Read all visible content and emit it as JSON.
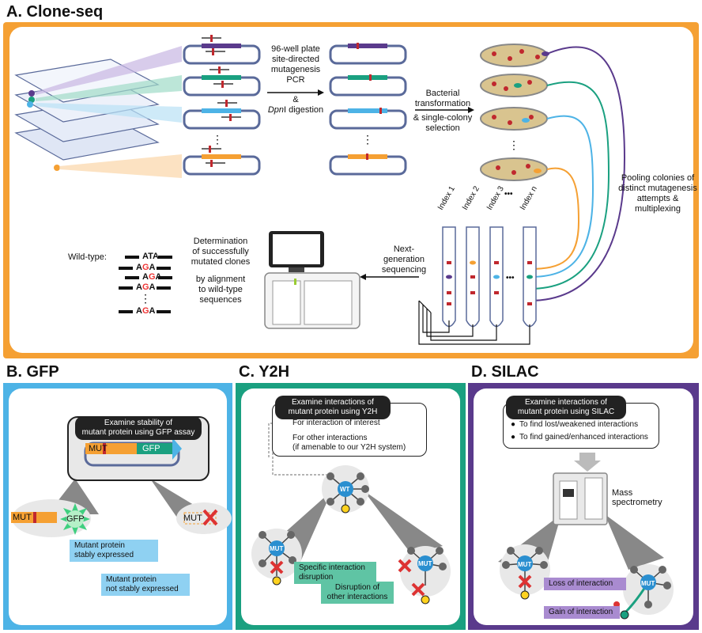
{
  "panelA": {
    "title": "A. Clone-seq",
    "step1": [
      "96-well plate",
      "site-directed",
      "mutagenesis",
      "PCR",
      "&",
      "digestion"
    ],
    "step1_italic": "Dpn",
    "step1_italic_suffix": "I",
    "step2": [
      "Bacterial",
      "transformation",
      "& single-colony",
      "selection"
    ],
    "pooling": [
      "Pooling colonies of",
      "distinct mutagenesis",
      "attempts &",
      "multiplexing"
    ],
    "index_labels": [
      "Index 1",
      "Index 2",
      "Index 3",
      "Index n"
    ],
    "ellipsis": "•••",
    "ngs": [
      "Next-",
      "generation",
      "sequencing"
    ],
    "determination": [
      "Determination",
      "of successfully",
      "mutated clones",
      "by alignment",
      "to wild-type",
      "sequences"
    ],
    "wildtype_label": "Wild-type:",
    "wildtype_seq": "ATA",
    "mut_seq_a": "A",
    "mut_seq_g": "G",
    "mut_seq_end": "A"
  },
  "panelB": {
    "title": "B. GFP",
    "header": [
      "Examine stability of",
      "mutant protein using GFP assay"
    ],
    "mut": "MUT",
    "gfp": "GFP",
    "stable": [
      "Mutant protein",
      "stably expressed"
    ],
    "unstable": [
      "Mutant protein",
      "not stably expressed"
    ]
  },
  "panelC": {
    "title": "C. Y2H",
    "header": [
      "Examine interactions of",
      "mutant protein using Y2H"
    ],
    "opt1": "For interaction of interest",
    "opt2": [
      "For other interactions",
      "(if amenable to our Y2H system)"
    ],
    "wt": "WT",
    "mut": "MUT",
    "specific": [
      "Specific interaction",
      "disruption"
    ],
    "other": [
      "Disruption of",
      "other interactions"
    ]
  },
  "panelD": {
    "title": "D. SILAC",
    "header": [
      "Examine interactions of",
      "mutant protein using SILAC"
    ],
    "opt1": "To find lost/weakened interactions",
    "opt2": "To find gained/enhanced interactions",
    "ms": [
      "Mass",
      "spectrometry"
    ],
    "mut": "MUT",
    "loss": "Loss of interaction",
    "gain": "Gain of interaction"
  },
  "colors": {
    "orange": "#f5a033",
    "blue": "#4db3e6",
    "green": "#1aa080",
    "purple": "#5a3a8c"
  }
}
